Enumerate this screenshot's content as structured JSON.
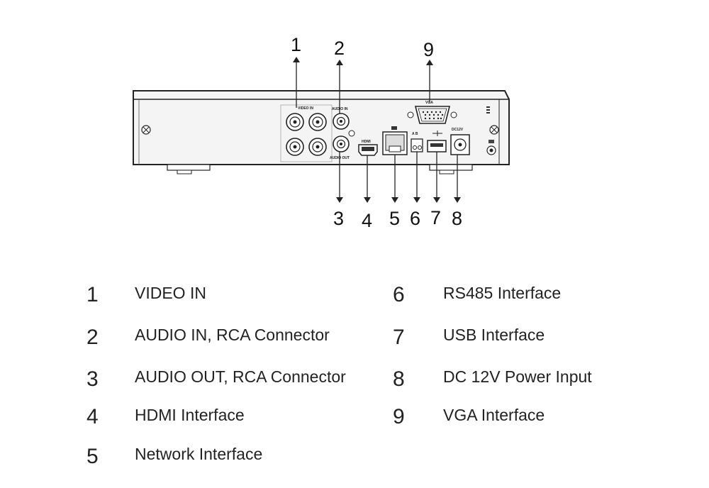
{
  "diagram": {
    "callouts": [
      "1",
      "2",
      "3",
      "4",
      "5",
      "6",
      "7",
      "8",
      "9"
    ],
    "panel_labels": {
      "video_in": "VIDEO IN",
      "audio_in": "AUDIO IN",
      "audio_out": "AUDIO OUT",
      "vga": "VGA",
      "hdmi": "HDMI",
      "rs485": "A B",
      "power": "DC12V"
    }
  },
  "legend": {
    "left": [
      {
        "num": "1",
        "label": "VIDEO IN"
      },
      {
        "num": "2",
        "label": "AUDIO IN, RCA Connector"
      },
      {
        "num": "3",
        "label": "AUDIO OUT, RCA Connector"
      },
      {
        "num": "4",
        "label": "HDMI Interface"
      },
      {
        "num": "5",
        "label": "Network Interface"
      }
    ],
    "right": [
      {
        "num": "6",
        "label": "RS485 Interface"
      },
      {
        "num": "7",
        "label": "USB Interface"
      },
      {
        "num": "8",
        "label": "DC 12V Power Input"
      },
      {
        "num": "9",
        "label": "VGA Interface"
      }
    ]
  }
}
